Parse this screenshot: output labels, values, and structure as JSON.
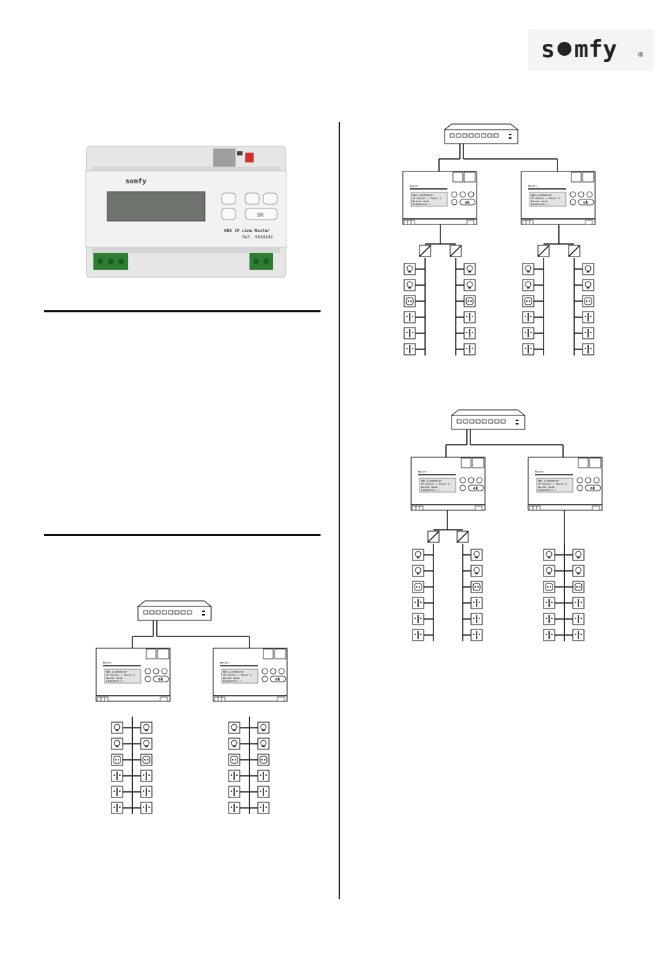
{
  "brand": {
    "name": "somfy",
    "registered_mark": "®"
  },
  "product": {
    "brand_on_panel": "somfy",
    "title": "KNX IP Line Master",
    "ref": "Ref. 9018149",
    "ok_button": "OK"
  },
  "diagram": {
    "controller_header": "Master",
    "display_lines": [
      "KNX LineMaster",
      "IP Router + Power S",
      "Normal mode",
      "Diagnostic >"
    ],
    "ok_label": "ok"
  },
  "colors": {
    "terminal_green": "#2e7d32",
    "led_red": "#d32f2f",
    "line": "#111111"
  }
}
